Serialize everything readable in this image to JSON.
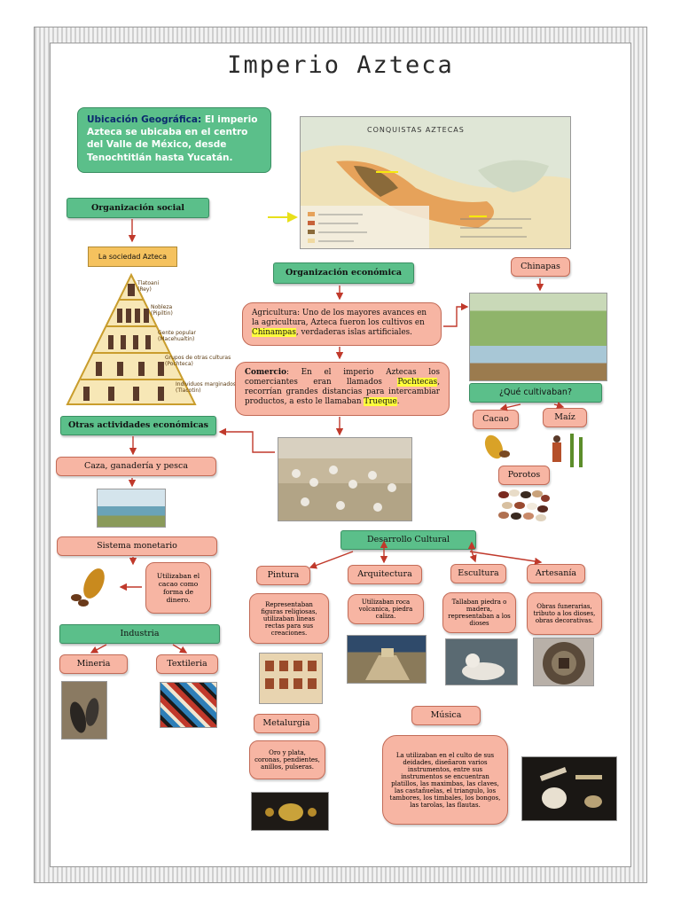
{
  "title": "Imperio Azteca",
  "geografia": {
    "label": "Ubicación Geográfica:",
    "text": "El imperio Azteca se ubicaba en el centro del Valle de México, desde Tenochtitlán hasta Yucatán."
  },
  "mapa": {
    "title": "CONQUISTAS AZTECAS"
  },
  "organizacion_social": "Organización social",
  "sociedad_azteca": "La sociedad Azteca",
  "piramide": [
    {
      "name": "Tlatoani",
      "sub": "(Rey)"
    },
    {
      "name": "Nobleza",
      "sub": "(Pipiltin)"
    },
    {
      "name": "Gente popular",
      "sub": "(Macehualtin)"
    },
    {
      "name": "Grupos de otras culturas",
      "sub": "(Pochteca)"
    },
    {
      "name": "Individuos marginados",
      "sub": "(Tlacotin)"
    }
  ],
  "organizacion_economica": "Organización económica",
  "agricultura": {
    "label": "Agricultura",
    "text1": ": Uno de los mayores avances en la agricultura, Azteca fueron los cultivos en ",
    "hl": "Chinampas",
    "text2": ", verdaderas islas artificiales."
  },
  "comercio": {
    "label": "Comercio",
    "text1": ": En el imperio Aztecas los comerciantes eran llamados ",
    "hl1": "Pochtecas",
    "text2": ", recorrían grandes distancias para intercambiar productos, a esto le llamaban ",
    "hl2": "Trueque",
    "text3": "."
  },
  "chinapas": "Chinapas",
  "que_cultivaban": "¿Qué cultivaban?",
  "cacao": "Cacao",
  "maiz": "Maíz",
  "porotos": "Porotos",
  "otras_actividades": "Otras actividades económicas",
  "caza": "Caza, ganadería y pesca",
  "sistema_monetario": "Sistema monetario",
  "monetario_text": "Utilizaban el cacao como forma de dinero.",
  "industria": "Industria",
  "mineria": "Mineria",
  "textileria": "Textileria",
  "desarrollo_cultural": "Desarrollo Cultural",
  "pintura": {
    "label": "Pintura",
    "text": "Representaban figuras religiosas, utilizaban lineas rectas para sus creaciones."
  },
  "arquitectura": {
    "label": "Arquitectura",
    "text": "Utilizaban roca volcanica, piedra caliza."
  },
  "escultura": {
    "label": "Esculturа",
    "text": "Tallaban piedra o madera, representaban a los dioses"
  },
  "artesania": {
    "label": "Artesanía",
    "text": "Obras funerarias, tributo a los dioses, obras decorativas."
  },
  "metalurgia": {
    "label": "Metalurgia",
    "text": "Oro y plata, coronas, pendientes, anillos, pulseras."
  },
  "musica": {
    "label": "Música",
    "text": "La utilizaban en el culto de sus deidades, diseñaron varios instrumentos, entre sus instrumentos se encuentran platillos, las maximbas, las claves, las castañuelas, el triangulo, los tambores, los timbales, los bongos, las tarolas, las flautas."
  }
}
